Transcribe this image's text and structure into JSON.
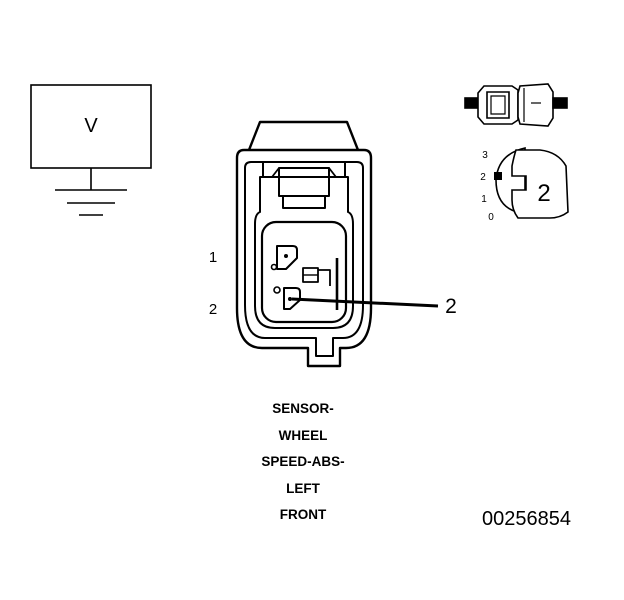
{
  "ground_box": {
    "label": "V"
  },
  "connector": {
    "pin_labels": [
      "1",
      "2"
    ],
    "callout_label": "2"
  },
  "pin_gauge": {
    "scale_labels": [
      "3",
      "2",
      "1",
      "0"
    ],
    "label": "2"
  },
  "caption": [
    "SENSOR-",
    "WHEEL",
    "SPEED-ABS-",
    "LEFT",
    "FRONT"
  ],
  "figure_id": "00256854"
}
